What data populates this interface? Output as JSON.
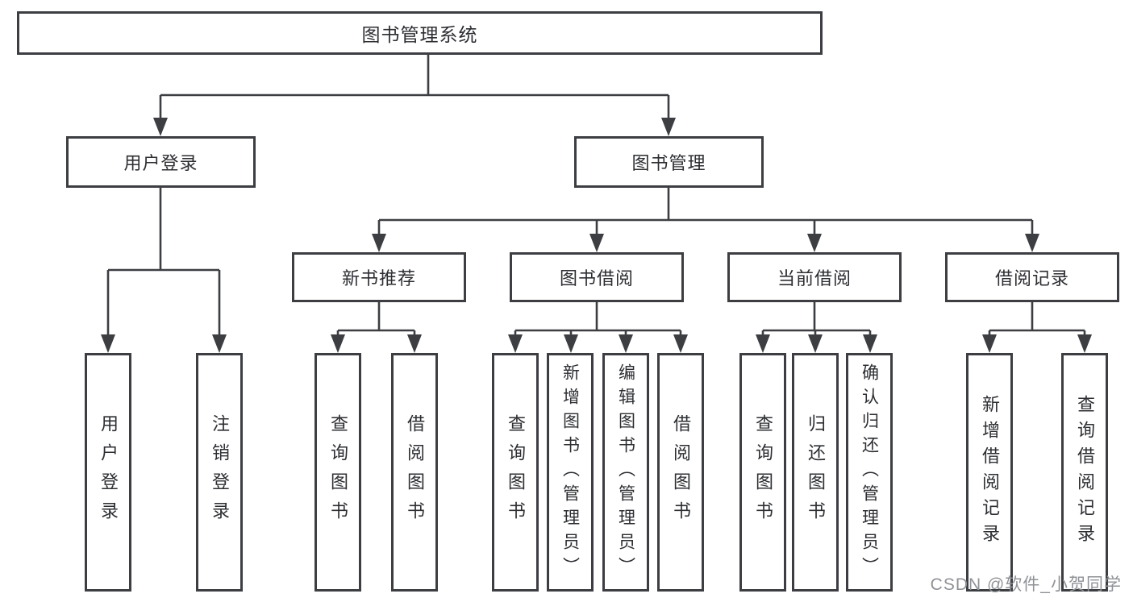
{
  "diagram": {
    "root": {
      "label": "图书管理系统"
    },
    "branches": [
      {
        "label": "用户登录",
        "children": [
          {
            "label": "用户登录"
          },
          {
            "label": "注销登录"
          }
        ]
      },
      {
        "label": "图书管理",
        "children": [
          {
            "label": "新书推荐",
            "children": [
              {
                "label": "查询图书"
              },
              {
                "label": "借阅图书"
              }
            ]
          },
          {
            "label": "图书借阅",
            "children": [
              {
                "label": "查询图书"
              },
              {
                "label": "新增图书（管理员）"
              },
              {
                "label": "编辑图书（管理员）"
              },
              {
                "label": "借阅图书"
              }
            ]
          },
          {
            "label": "当前借阅",
            "children": [
              {
                "label": "查询图书"
              },
              {
                "label": "归还图书"
              },
              {
                "label": "确认归还（管理员）"
              }
            ]
          },
          {
            "label": "借阅记录",
            "children": [
              {
                "label": "新增借阅记录"
              },
              {
                "label": "查询借阅记录"
              }
            ]
          }
        ]
      }
    ]
  },
  "watermark": {
    "text": "CSDN @软件_小贺同学"
  },
  "colors": {
    "line": "#3c3e42",
    "text": "#2c2e32",
    "watermark": "#8f9296",
    "background": "#ffffff"
  }
}
